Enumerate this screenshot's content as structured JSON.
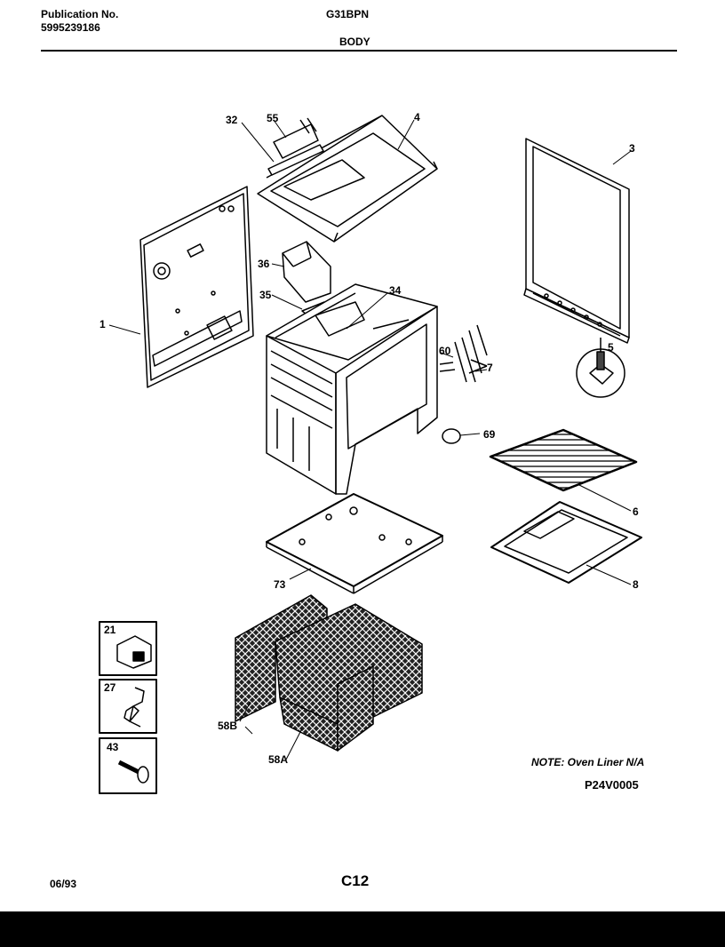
{
  "header": {
    "publication_label": "Publication No.",
    "publication_number": "5995239186",
    "model": "G31BPN",
    "section": "BODY"
  },
  "callouts": {
    "c1": "1",
    "c3": "3",
    "c4": "4",
    "c5": "5",
    "c6": "6",
    "c7": "7",
    "c8": "8",
    "c21": "21",
    "c27": "27",
    "c32": "32",
    "c34": "34",
    "c35": "35",
    "c36": "36",
    "c43": "43",
    "c55": "55",
    "c58a": "58A",
    "c58b": "58B",
    "c60": "60",
    "c69": "69",
    "c73": "73"
  },
  "note": "NOTE: Oven Liner N/A",
  "figure_code": "P24V0005",
  "footer": {
    "date": "06/93",
    "page": "C12"
  }
}
